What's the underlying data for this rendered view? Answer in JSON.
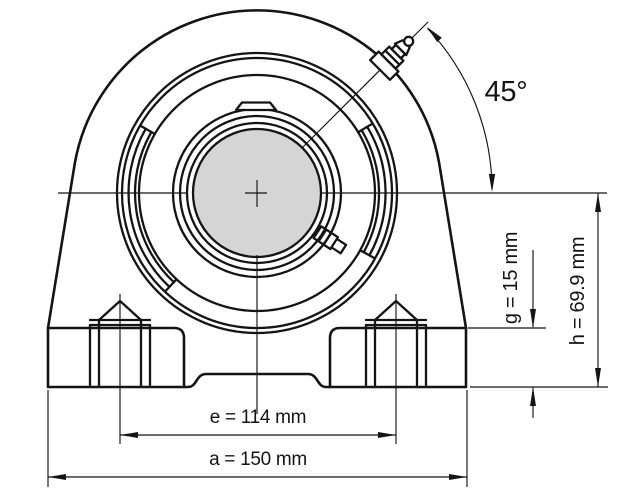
{
  "drawing": {
    "kind": "bearing-housing-front-view",
    "dimensions": {
      "angle": {
        "label": "45°",
        "value": 45,
        "unit": "°"
      },
      "g": {
        "label": "g = 15 mm",
        "symbol": "g",
        "value": 15,
        "unit": "mm"
      },
      "h": {
        "label": "h = 69.9 mm",
        "symbol": "h",
        "value": 69.9,
        "unit": "mm"
      },
      "e": {
        "label": "e = 114 mm",
        "symbol": "e",
        "value": 114,
        "unit": "mm"
      },
      "a": {
        "label": "a = 150 mm",
        "symbol": "a",
        "value": 150,
        "unit": "mm"
      }
    },
    "colors": {
      "line": "#141414",
      "bore_fill": "#d5d5d5",
      "background": "#ffffff"
    }
  }
}
